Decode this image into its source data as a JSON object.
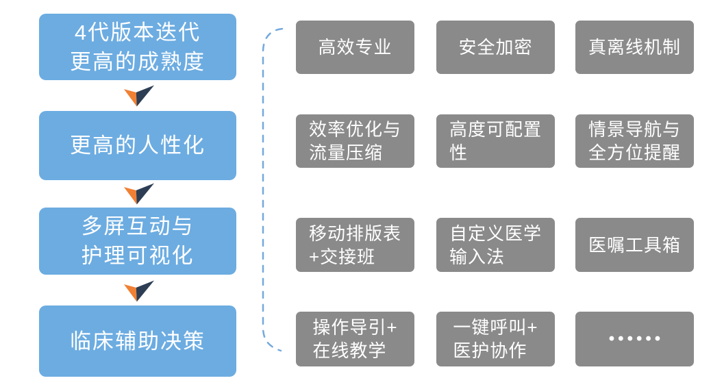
{
  "diagram": {
    "title": "product-evolution-and-features",
    "left_column": {
      "stages": [
        {
          "label": "4代版本迭代\n更高的成熟度"
        },
        {
          "label": "更高的人性化"
        },
        {
          "label": "多屏互动与\n护理可视化"
        },
        {
          "label": "临床辅助决策"
        }
      ]
    },
    "right_grid": {
      "rows": [
        [
          "高效专业",
          "安全加密",
          "真离线机制"
        ],
        [
          "效率优化与\n流量压缩",
          "高度可配置\n性",
          "情景导航与\n全方位提醒"
        ],
        [
          "移动排版表\n+交接班",
          "自定义医学\n输入法",
          "医嘱工具箱"
        ],
        [
          "操作导引+\n在线教学",
          "一键呼叫+\n医护协作",
          "••••••"
        ]
      ]
    },
    "colors": {
      "stage_box": "#6CACE1",
      "feature_box": "#8A8A8A",
      "arrow_orange": "#F08033",
      "arrow_navy": "#2D3E54",
      "brace": "#74A9DC",
      "text": "#FFFFFF"
    }
  }
}
